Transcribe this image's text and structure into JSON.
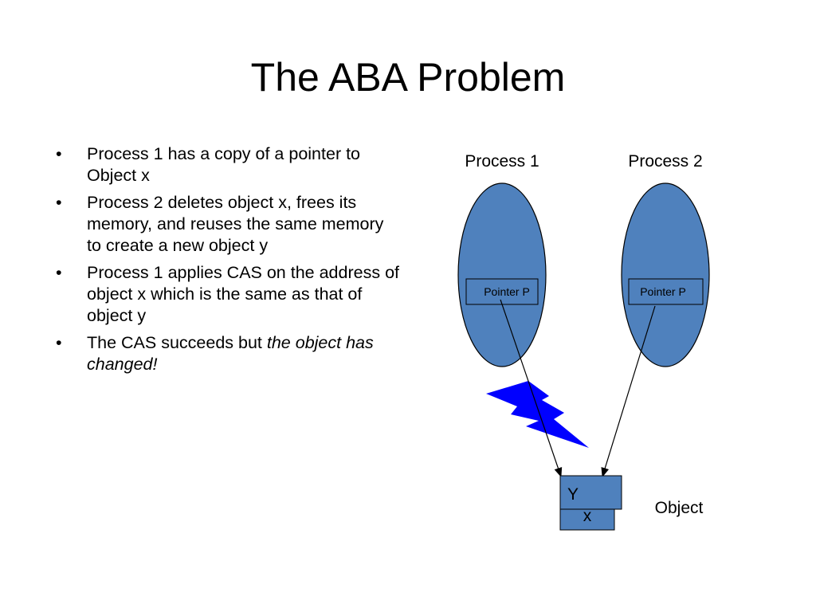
{
  "slide": {
    "title": "The ABA Problem",
    "bullets": [
      {
        "text": "Process 1 has a copy of a pointer to Object x"
      },
      {
        "text": "Process 2 deletes object x, frees its memory, and reuses the same memory to create a new object y"
      },
      {
        "text": "Process 1 applies CAS on the address of object x which is the same as that of object y"
      },
      {
        "text": "The CAS succeeds but ",
        "italic": "the object has changed!"
      }
    ]
  },
  "diagram": {
    "process1_label": "Process 1",
    "process2_label": "Process 2",
    "pointer1_label": "Pointer P",
    "pointer2_label": "Pointer P",
    "object_back_label": "x",
    "object_front_label": "Y",
    "object_label": "Object",
    "colors": {
      "process_fill": "#4f81bd",
      "object_fill": "#4f81bd",
      "lightning_fill": "#0000ff"
    }
  }
}
